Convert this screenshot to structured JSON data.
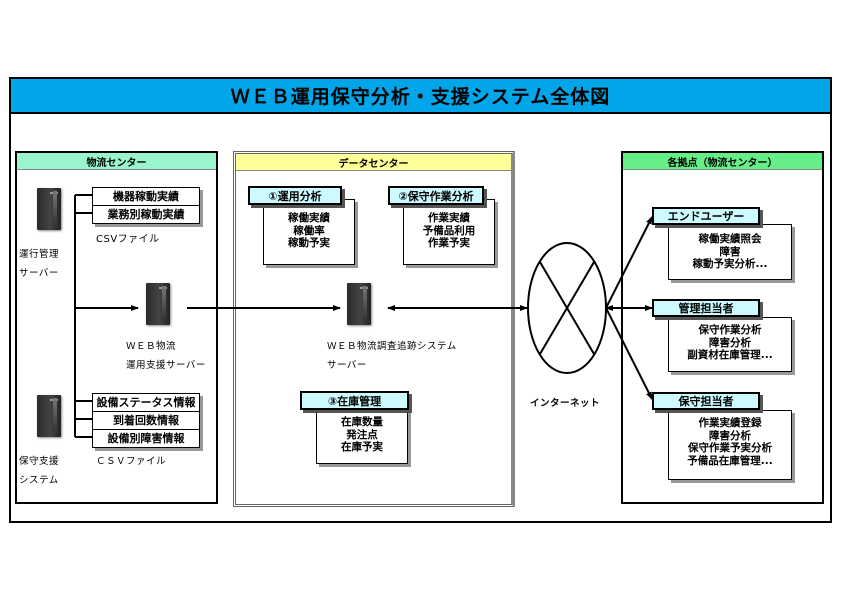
{
  "title": "ＷＥＢ運用保守分析・支援システム全体図",
  "logistics_center": {
    "header": "物流センター",
    "ops_server": {
      "label_line1": "運行管理",
      "label_line2": "サーバー",
      "icon": "server-icon"
    },
    "ops_csv_items": [
      "機器稼動実績",
      "業務別稼動実績"
    ],
    "ops_csv_label": "CSVファイル",
    "web_server": {
      "label_line1": "ＷＥＢ物流",
      "label_line2": "運用支援サーバー",
      "icon": "server-icon"
    },
    "maint_server": {
      "label_line1": "保守支援",
      "label_line2": "システム",
      "icon": "server-icon"
    },
    "maint_csv_items": [
      "設備ステータス情報",
      "到着回数情報",
      "設備別障害情報"
    ],
    "maint_csv_label": "ＣＳＶファイル"
  },
  "data_center": {
    "header": "データセンター",
    "modules": [
      {
        "title": "①運用分析",
        "items": [
          "稼働実績",
          "稼働率",
          "稼動予実"
        ]
      },
      {
        "title": "②保守作業分析",
        "items": [
          "作業実績",
          "予備品利用",
          "作業予実"
        ]
      },
      {
        "title": "③在庫管理",
        "items": [
          "在庫数量",
          "発注点",
          "在庫予実"
        ]
      }
    ],
    "server": {
      "label_line1": "ＷＥＢ物流調査追跡システム",
      "label_line2": "サーバー",
      "icon": "server-icon"
    }
  },
  "internet": {
    "label": "インターネット",
    "icon": "internet-cloud-icon"
  },
  "sites": {
    "header": "各拠点（物流センター）",
    "roles": [
      {
        "title": "エンドユーザー",
        "items": [
          "稼働実績照会",
          "障害",
          "稼動予実分析..."
        ]
      },
      {
        "title": "管理担当者",
        "items": [
          "保守作業分析",
          "障害分析",
          "副資材在庫管理..."
        ]
      },
      {
        "title": "保守担当者",
        "items": [
          "作業実績登録",
          "障害分析",
          "保守作業予実分析",
          "予備品在庫管理..."
        ]
      }
    ]
  },
  "colors": {
    "title_bar": "#00a6e8",
    "logistics_header": "#99f5cc",
    "datacenter_header": "#ffff99",
    "sites_header": "#66ee88",
    "module_header": "#ccfaff"
  }
}
